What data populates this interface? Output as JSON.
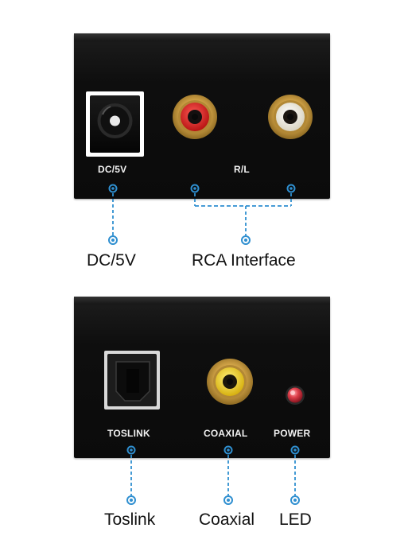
{
  "top_panel": {
    "dc_label": "DC/5V",
    "rl_label": "R/L"
  },
  "bottom_panel": {
    "toslink_label": "TOSLINK",
    "coaxial_label": "COAXIAL",
    "power_label": "POWER"
  },
  "callouts": {
    "dc": "DC/5V",
    "rca": "RCA Interface",
    "toslink": "Toslink",
    "coaxial": "Coaxial",
    "led": "LED"
  },
  "colors": {
    "panel": "#0b0b0b",
    "callout_line": "#2f8fd0",
    "jack_red": "#d81e1e",
    "jack_white": "#f4f1e6",
    "jack_yellow": "#f2d21a",
    "led": "#d8303c",
    "gold": "#d6a74a"
  },
  "icons": [
    "dc-barrel-jack-icon",
    "rca-jack-red-icon",
    "rca-jack-white-icon",
    "optical-port-icon",
    "rca-jack-yellow-icon",
    "led-icon"
  ]
}
